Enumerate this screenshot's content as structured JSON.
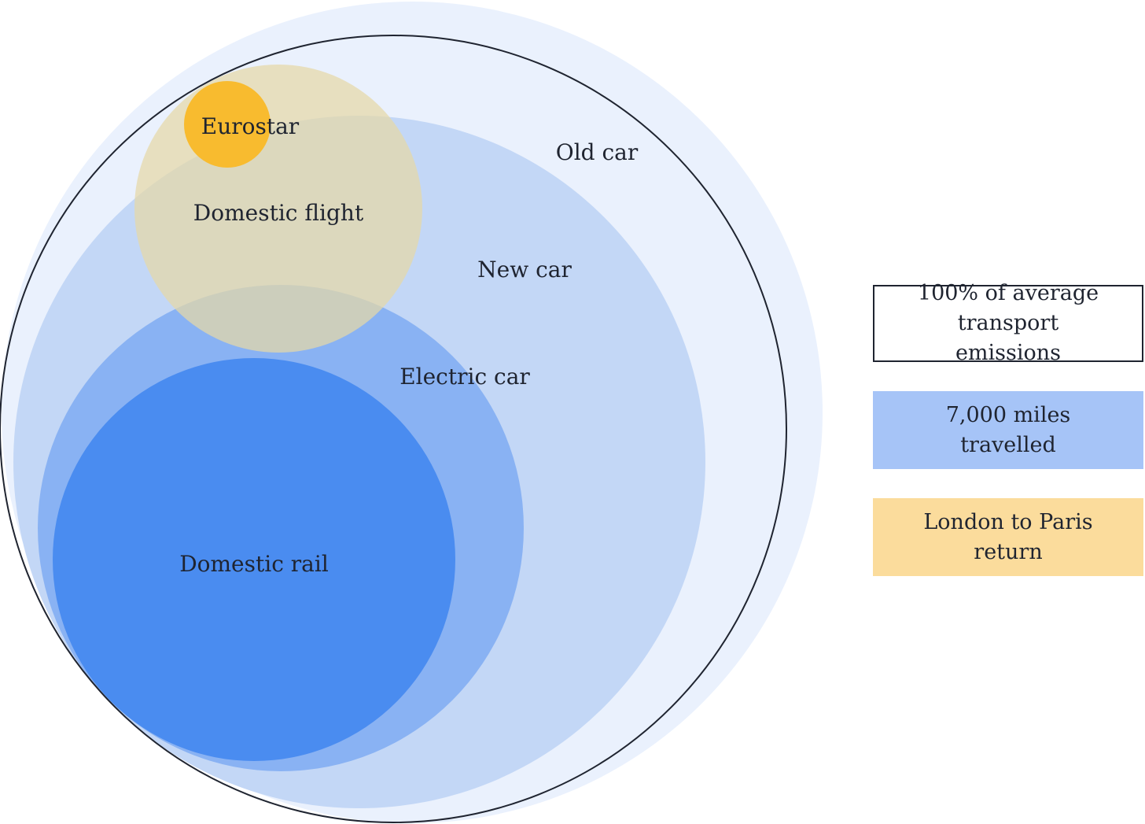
{
  "circles": [
    {
      "id": "old-car",
      "label": "Old car",
      "color": "#eaf1fd"
    },
    {
      "id": "new-car",
      "label": "New car",
      "color": "#c3d7f6"
    },
    {
      "id": "electric-car",
      "label": "Electric car",
      "color": "#89b2f3"
    },
    {
      "id": "domestic-rail",
      "label": "Domestic rail",
      "color": "#4a8cf0"
    },
    {
      "id": "domestic-flight",
      "label": "Domestic flight",
      "color": "#e6d8a6"
    },
    {
      "id": "eurostar",
      "label": "Eurostar",
      "color": "#f8bb2f"
    }
  ],
  "legend": {
    "outline": {
      "label": "100% of average transport emissions",
      "color": "#1f2430"
    },
    "blue": {
      "label": "7,000 miles travelled",
      "color": "#a6c4f7"
    },
    "yellow": {
      "label": "London to Paris return",
      "color": "#fbdc9c"
    }
  }
}
